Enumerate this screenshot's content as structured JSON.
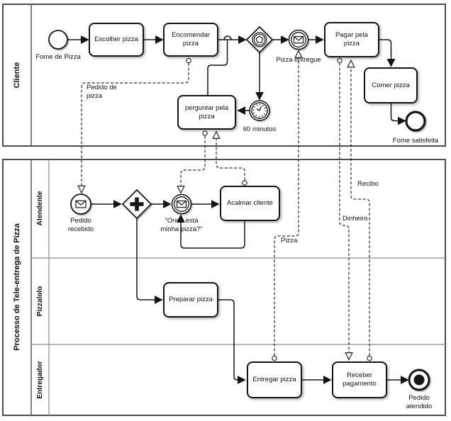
{
  "diagram": {
    "pools": {
      "cliente": {
        "label": "Cliente"
      },
      "processo": {
        "label": "Processo de Tele-entrega de Pizza"
      }
    },
    "lanes": {
      "atendente": {
        "label": "Atendente"
      },
      "pizzaiolo": {
        "label": "Pizzalolo"
      },
      "entregador": {
        "label": "Entregador"
      }
    },
    "tasks": {
      "escolher_pizza": {
        "label": "Escolher pizza"
      },
      "encomendar_pizza": {
        "label": "Encomendar pizza"
      },
      "pagar_pela_pizza": {
        "label": "Pagar pela pizza"
      },
      "comer_pizza": {
        "label": "Comer pizza"
      },
      "perguntar_pela_pizza": {
        "label": "perguntar pela pizza"
      },
      "acalmar_cliente": {
        "label": "Acalmar cliente"
      },
      "preparar_pizza": {
        "label": "Preparar pizza"
      },
      "entregar_pizza": {
        "label": "Entregar pizza"
      },
      "receber_pagamento": {
        "label": "Receber pagamento"
      }
    },
    "events": {
      "fome_de_pizza": {
        "label": "Fome de Pizza",
        "type": "start"
      },
      "pizza_entregue": {
        "label": "Pizza entregue",
        "type": "message-catch"
      },
      "timer_60_minutos": {
        "label": "60 minutos",
        "type": "timer-catch"
      },
      "fome_satisfeita": {
        "label": "Fome satisfeita",
        "type": "end"
      },
      "pedido_recebido": {
        "label": "Pedido recebido",
        "type": "message-start"
      },
      "onde_esta_minha_pizza": {
        "label": "\"Onde está minha pizza?\"",
        "type": "message-catch"
      },
      "pedido_atendido": {
        "label": "Pedido atendido",
        "type": "terminate-end"
      }
    },
    "gateways": {
      "event_based": {
        "type": "event-based"
      },
      "parallel": {
        "type": "parallel"
      }
    },
    "message_flow_labels": {
      "pedido_de_pizza": {
        "label": "Pedido de pizza"
      },
      "pizza": {
        "label": "Pizza"
      },
      "dinheiro": {
        "label": "Dinheiro"
      },
      "recibo": {
        "label": "Recibo"
      }
    },
    "colors": {
      "shape_stroke": "#141414",
      "pool_stroke": "#4d4d4d",
      "lane_stroke": "#8c8c8c"
    }
  }
}
